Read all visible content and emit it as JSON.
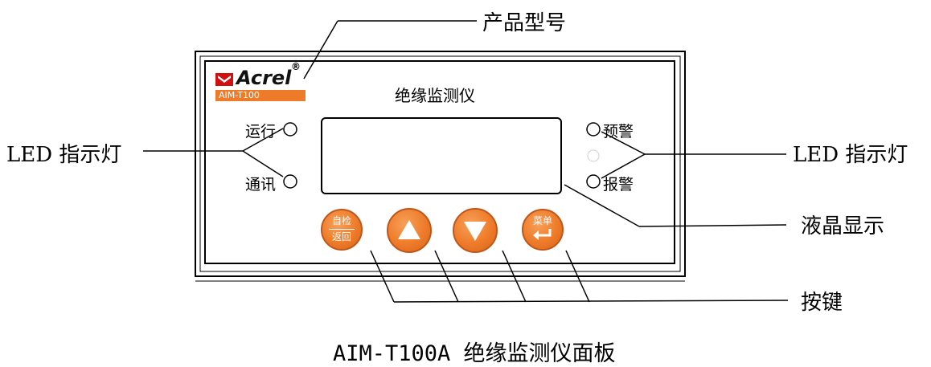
{
  "callouts": {
    "model": "产品型号",
    "led_left": "LED 指示灯",
    "led_right": "LED 指示灯",
    "lcd": "液晶显示",
    "buttons": "按键"
  },
  "panel": {
    "brand": "Acrel",
    "brand_mark": "®",
    "model": "AIM-T100",
    "title": "绝缘监测仪",
    "leds_left": [
      "运行",
      "通讯"
    ],
    "leds_right": [
      "预警",
      "报警"
    ],
    "buttons": [
      {
        "top": "自检",
        "bottom": "返回",
        "icon": "none"
      },
      {
        "top": "",
        "bottom": "",
        "icon": "up-arrow-icon"
      },
      {
        "top": "",
        "bottom": "",
        "icon": "down-arrow-icon"
      },
      {
        "top": "菜单",
        "bottom": "",
        "icon": "enter-icon"
      }
    ],
    "accent_color": "#ee7b2a",
    "brand_color": "#d01010"
  },
  "caption": "AIM-T100A 绝缘监测仪面板"
}
